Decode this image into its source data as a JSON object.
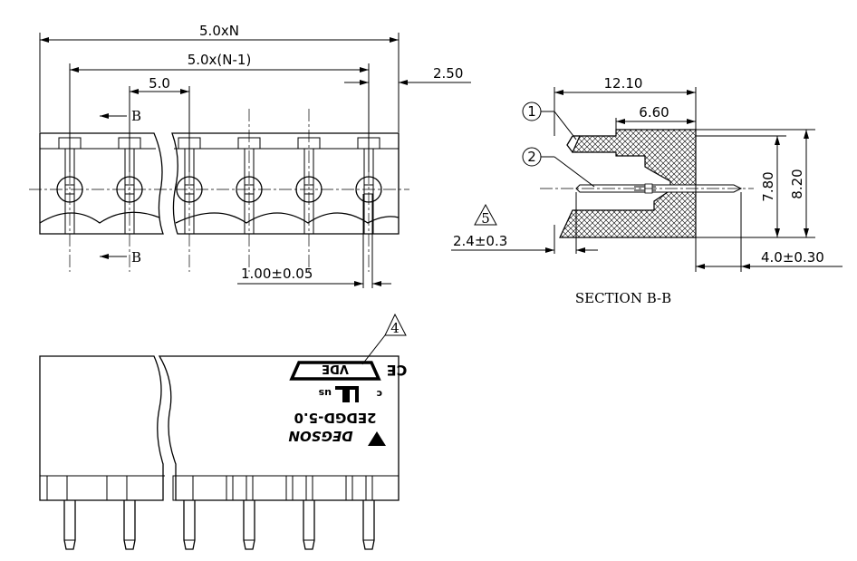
{
  "dimensions": {
    "overall_width": "5.0xN",
    "pin_span": "5.0x(N-1)",
    "pitch": "5.0",
    "edge_offset": "2.50",
    "pin_width": "1.00±0.05",
    "depth_total": "12.10",
    "depth_body": "6.60",
    "height_inner": "7.80",
    "height_total": "8.20",
    "pin_protrusion": "2.4±0.3",
    "pin_tail": "4.0±0.30"
  },
  "labels": {
    "section_marker": "B",
    "section_title": "SECTION B-B",
    "callout_1": "1",
    "callout_2": "2",
    "note_4": "4",
    "note_5": "5"
  },
  "markings": {
    "brand": "DEGSON",
    "part_number": "2EDGD-5.0",
    "vde": "VDE",
    "ce": "CE",
    "ul_c": "c",
    "ul_us": "us"
  }
}
